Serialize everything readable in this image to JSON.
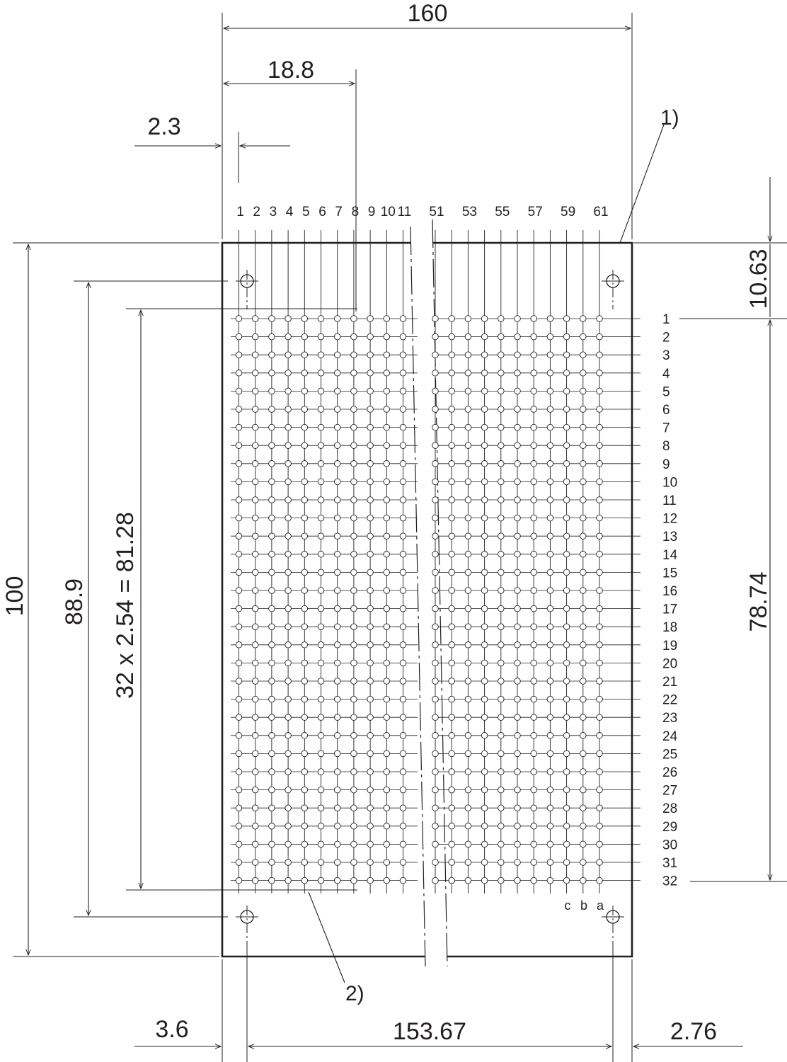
{
  "dimensions": {
    "overall_width": "160",
    "offset_18_8": "18.8",
    "offset_2_3": "2.3",
    "overall_height": "100",
    "hole_pitch_v": "88.9",
    "grid_height": "32 x 2.54 = 81.28",
    "top_offset": "10.63",
    "right_height": "78.74",
    "bottom_left": "3.6",
    "hole_pitch_h": "153.67",
    "bottom_right": "2.76"
  },
  "notes": {
    "note1": "1)",
    "note2": "2)"
  },
  "column_labels": [
    "1",
    "2",
    "3",
    "4",
    "5",
    "6",
    "7",
    "8",
    "9",
    "10",
    "11",
    "51",
    "53",
    "55",
    "57",
    "59",
    "61"
  ],
  "row_labels": [
    "1",
    "2",
    "3",
    "4",
    "5",
    "6",
    "7",
    "8",
    "9",
    "10",
    "11",
    "12",
    "13",
    "14",
    "15",
    "16",
    "17",
    "18",
    "19",
    "20",
    "21",
    "22",
    "23",
    "24",
    "25",
    "26",
    "27",
    "28",
    "29",
    "30",
    "31",
    "32"
  ],
  "row_letters": [
    "c",
    "b",
    "a"
  ]
}
